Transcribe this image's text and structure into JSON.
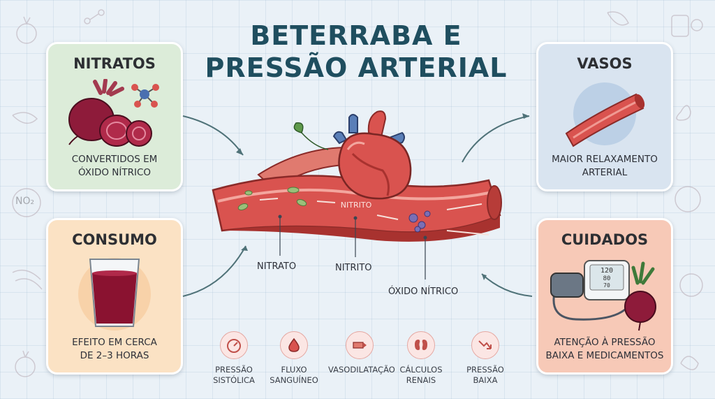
{
  "title": {
    "line1": "BETERRABA E",
    "line2": "PRESSÃO ARTERIAL"
  },
  "cards": {
    "nitratos": {
      "title": "NITRATOS",
      "text": "CONVERTIDOS EM\nÓXIDO NÍTRICO"
    },
    "consumo": {
      "title": "CONSUMO",
      "text": "EFEITO EM CERCA\nDE 2–3 HORAS"
    },
    "vasos": {
      "title": "VASOS",
      "text": "MAIOR RELAXAMENTO\nARTERIAL"
    },
    "cuidados": {
      "title": "CUIDADOS",
      "text": "ATENÇÃO À PRESSÃO\nBAIXA E MEDICAMENTOS"
    }
  },
  "diagram": {
    "vessel_label": "NITRITO",
    "labels": {
      "nitrato": "NITRATO",
      "nitrito": "NITRITO",
      "oxido": "ÓXIDO NÍTRICO"
    }
  },
  "monitor": {
    "line1": "120",
    "line2": "80",
    "line3": "70"
  },
  "icons": [
    {
      "name": "gauge-icon",
      "label": "PRESSÃO\nSISTÓLICA"
    },
    {
      "name": "blood-drop-icon",
      "label": "FLUXO\nSANGUÍNEO"
    },
    {
      "name": "vasodilation-icon",
      "label": "VASODILATAÇÃO"
    },
    {
      "name": "kidney-icon",
      "label": "CÁLCULOS\nRENAIS"
    },
    {
      "name": "trend-down-icon",
      "label": "PRESSÃO\nBAIXA"
    }
  ],
  "deco_text": {
    "no2": "NO₂"
  },
  "colors": {
    "title": "#1f4e5f",
    "vessel": "#d9534f",
    "vessel_dark": "#a8322f",
    "beet": "#8e1b3a"
  }
}
